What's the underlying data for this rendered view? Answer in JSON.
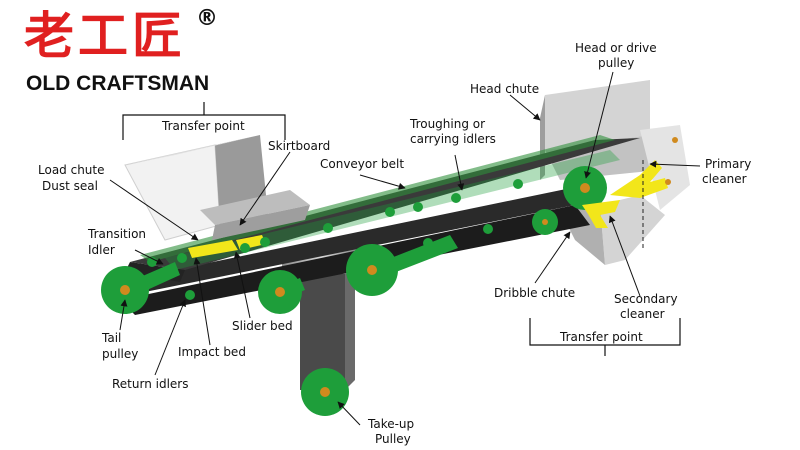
{
  "brand": {
    "name_cn": "老工匠",
    "registered_mark": "®",
    "name_en": "OLD CRAFTSMAN"
  },
  "labels": {
    "transfer_point_left": "Transfer point",
    "skirtboard": "Skirtboard",
    "load_chute": "Load chute",
    "dust_seal": "Dust seal",
    "conveyor_belt": "Conveyor belt",
    "transition_idler_1": "Transition",
    "transition_idler_2": "Idler",
    "tail_pulley_1": "Tail",
    "tail_pulley_2": "pulley",
    "impact_bed": "Impact bed",
    "slider_bed": "Slider bed",
    "return_idlers": "Return idlers",
    "take_up_pulley_1": "Take-up",
    "take_up_pulley_2": "Pulley",
    "troughing_idlers_1": "Troughing or",
    "troughing_idlers_2": "carrying idlers",
    "head_chute": "Head chute",
    "head_pulley_1": "Head or drive",
    "head_pulley_2": "pulley",
    "primary_cleaner_1": "Primary",
    "primary_cleaner_2": "cleaner",
    "dribble_chute": "Dribble chute",
    "secondary_cleaner_1": "Secondary",
    "secondary_cleaner_2": "cleaner",
    "transfer_point_right": "Transfer point"
  },
  "colors": {
    "pulley_green": "#1e9e3a",
    "pulley_hub": "#d08a1e",
    "belt_dark": "#1c1c1c",
    "belt_top": "#3a3a3a",
    "chute_gray": "#bdbdbd",
    "cleaner_yellow": "#f2e61a",
    "brand_red": "#e02020"
  }
}
